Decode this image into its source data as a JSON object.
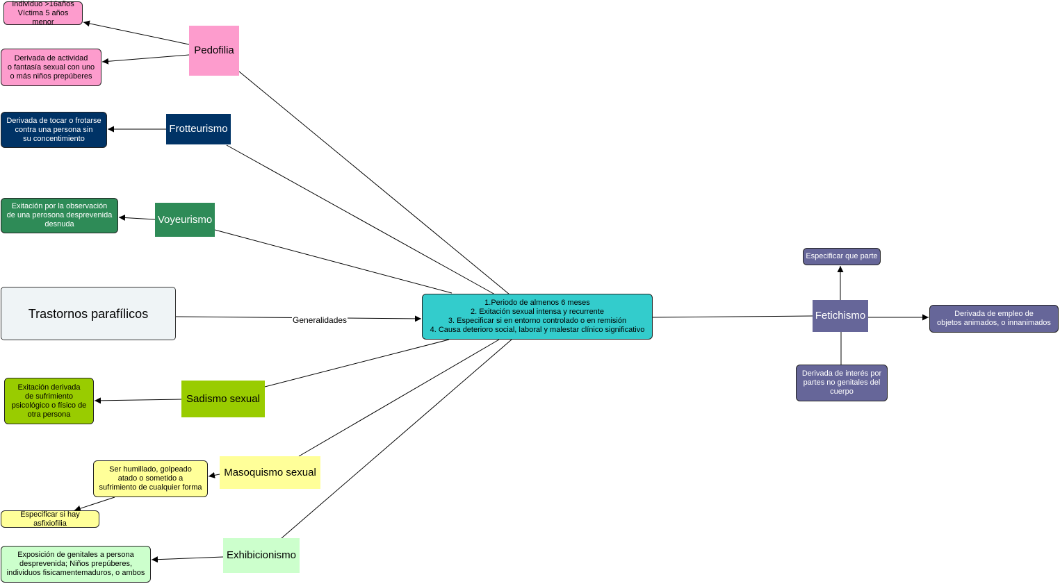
{
  "nodes": {
    "root": {
      "text": "Trastornos parafílicos"
    },
    "center": {
      "text": "1.Periodo de almenos 6 meses\n2. Exitación sexual intensa y recurrente\n3. Especificar si en entorno controlado o en remisión\n4. Causa deterioro social, laboral y malestar clínico significativo"
    },
    "pedofilia": {
      "text": "Pedofilia",
      "color": "#fd9ccd"
    },
    "pedofilia_d1": {
      "text": "Individuo >16años\nVíctima 5 años menor",
      "color": "#fd9ccd"
    },
    "pedofilia_d2": {
      "text": "Derivada de actividad\no fantasía sexual con uno\no más niños prepúberes",
      "color": "#fd9ccd"
    },
    "frotteurismo": {
      "text": "Frotteurismo",
      "color": "#003366"
    },
    "frotteurismo_d": {
      "text": "Derivada de tocar o frotarse\ncontra una persona sin\nsu concentimiento",
      "color": "#003366"
    },
    "voyeurismo": {
      "text": "Voyeurismo",
      "color": "#2e8b57"
    },
    "voyeurismo_d": {
      "text": "Exitación por la observación\nde una perosona desprevenida\ndesnuda",
      "color": "#2e8b57"
    },
    "sadismo": {
      "text": "Sadismo sexual",
      "color": "#99cc00"
    },
    "sadismo_d": {
      "text": "Exitación derivada\nde sufrimiento\npsicológico o físico de\notra persona",
      "color": "#99cc00"
    },
    "masoquismo": {
      "text": "Masoquismo sexual",
      "color": "#ffff99"
    },
    "masoquismo_d": {
      "text": "Ser humillado, golpeado\natado o sometido a\nsufrimiento de cualquier forma",
      "color": "#ffff99"
    },
    "masoquismo_d2": {
      "text": "Especificar si hay asfixiofilia",
      "color": "#ffff99"
    },
    "exhibicionismo": {
      "text": "Exhibicionismo",
      "color": "#ccffcc"
    },
    "exhibicionismo_d": {
      "text": "Exposición de genitales a persona\ndesprevenida; Niños prepúberes,\nindividuos fisicamentemaduros, o ambos",
      "color": "#ccffcc"
    },
    "fetichismo": {
      "text": "Fetichismo",
      "color": "#666699"
    },
    "fetichismo_up": {
      "text": "Especificar que parte",
      "color": "#666699"
    },
    "fetichismo_right": {
      "text": "Derivada de empleo de\nobjetos animados, o innanimados",
      "color": "#666699"
    },
    "fetichismo_down": {
      "text": "Derivada de interés por\npartes no genitales del\ncuerpo",
      "color": "#666699"
    }
  },
  "edges": [
    {
      "from": "root",
      "to": "center",
      "label": "Generalidades",
      "arrow": true
    },
    {
      "from": "center",
      "to": "pedofilia",
      "arrow": false
    },
    {
      "from": "center",
      "to": "frotteurismo",
      "arrow": false
    },
    {
      "from": "center",
      "to": "voyeurismo",
      "arrow": false
    },
    {
      "from": "center",
      "to": "sadismo",
      "arrow": false
    },
    {
      "from": "center",
      "to": "masoquismo",
      "arrow": false
    },
    {
      "from": "center",
      "to": "exhibicionismo",
      "arrow": false
    },
    {
      "from": "center",
      "to": "fetichismo",
      "arrow": false
    },
    {
      "from": "pedofilia",
      "to": "pedofilia_d1",
      "arrow": true
    },
    {
      "from": "pedofilia",
      "to": "pedofilia_d2",
      "arrow": true
    },
    {
      "from": "frotteurismo",
      "to": "frotteurismo_d",
      "arrow": true
    },
    {
      "from": "voyeurismo",
      "to": "voyeurismo_d",
      "arrow": true
    },
    {
      "from": "sadismo",
      "to": "sadismo_d",
      "arrow": true
    },
    {
      "from": "masoquismo",
      "to": "masoquismo_d",
      "arrow": true
    },
    {
      "from": "masoquismo_d",
      "to": "masoquismo_d2",
      "arrow": true
    },
    {
      "from": "exhibicionismo",
      "to": "exhibicionismo_d",
      "arrow": true
    },
    {
      "from": "fetichismo",
      "to": "fetichismo_up",
      "arrow": true
    },
    {
      "from": "fetichismo",
      "to": "fetichismo_right",
      "arrow": true
    },
    {
      "from": "fetichismo_down",
      "to": "fetichismo",
      "arrow": false
    }
  ]
}
